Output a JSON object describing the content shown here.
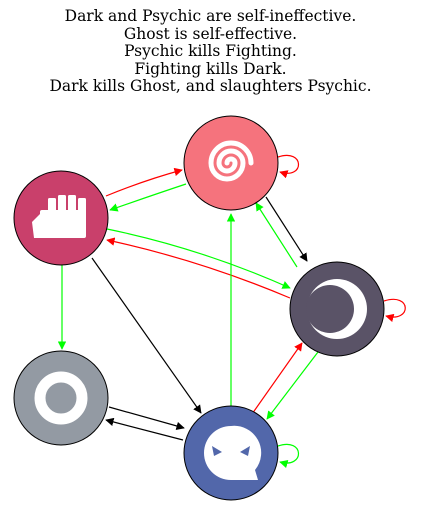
{
  "caption": {
    "lines": [
      "Dark and Psychic are self-ineffective.",
      "Ghost is self-effective.",
      "Psychic kills Fighting.",
      "Fighting kills Dark.",
      "Dark kills Ghost, and slaughters Psychic."
    ]
  },
  "nodes": [
    {
      "id": "psychic",
      "icon": "psychic-spiral-icon",
      "color": "#f5737d"
    },
    {
      "id": "fighting",
      "icon": "fighting-fist-icon",
      "color": "#c9406b"
    },
    {
      "id": "dark",
      "icon": "dark-moon-icon",
      "color": "#5a5367"
    },
    {
      "id": "normal",
      "icon": "normal-ring-icon",
      "color": "#939aa3"
    },
    {
      "id": "ghost",
      "icon": "ghost-face-icon",
      "color": "#5267aa"
    }
  ],
  "edge_colors": {
    "red": "#ff0000",
    "green": "#00ff00",
    "black": "#000000"
  }
}
